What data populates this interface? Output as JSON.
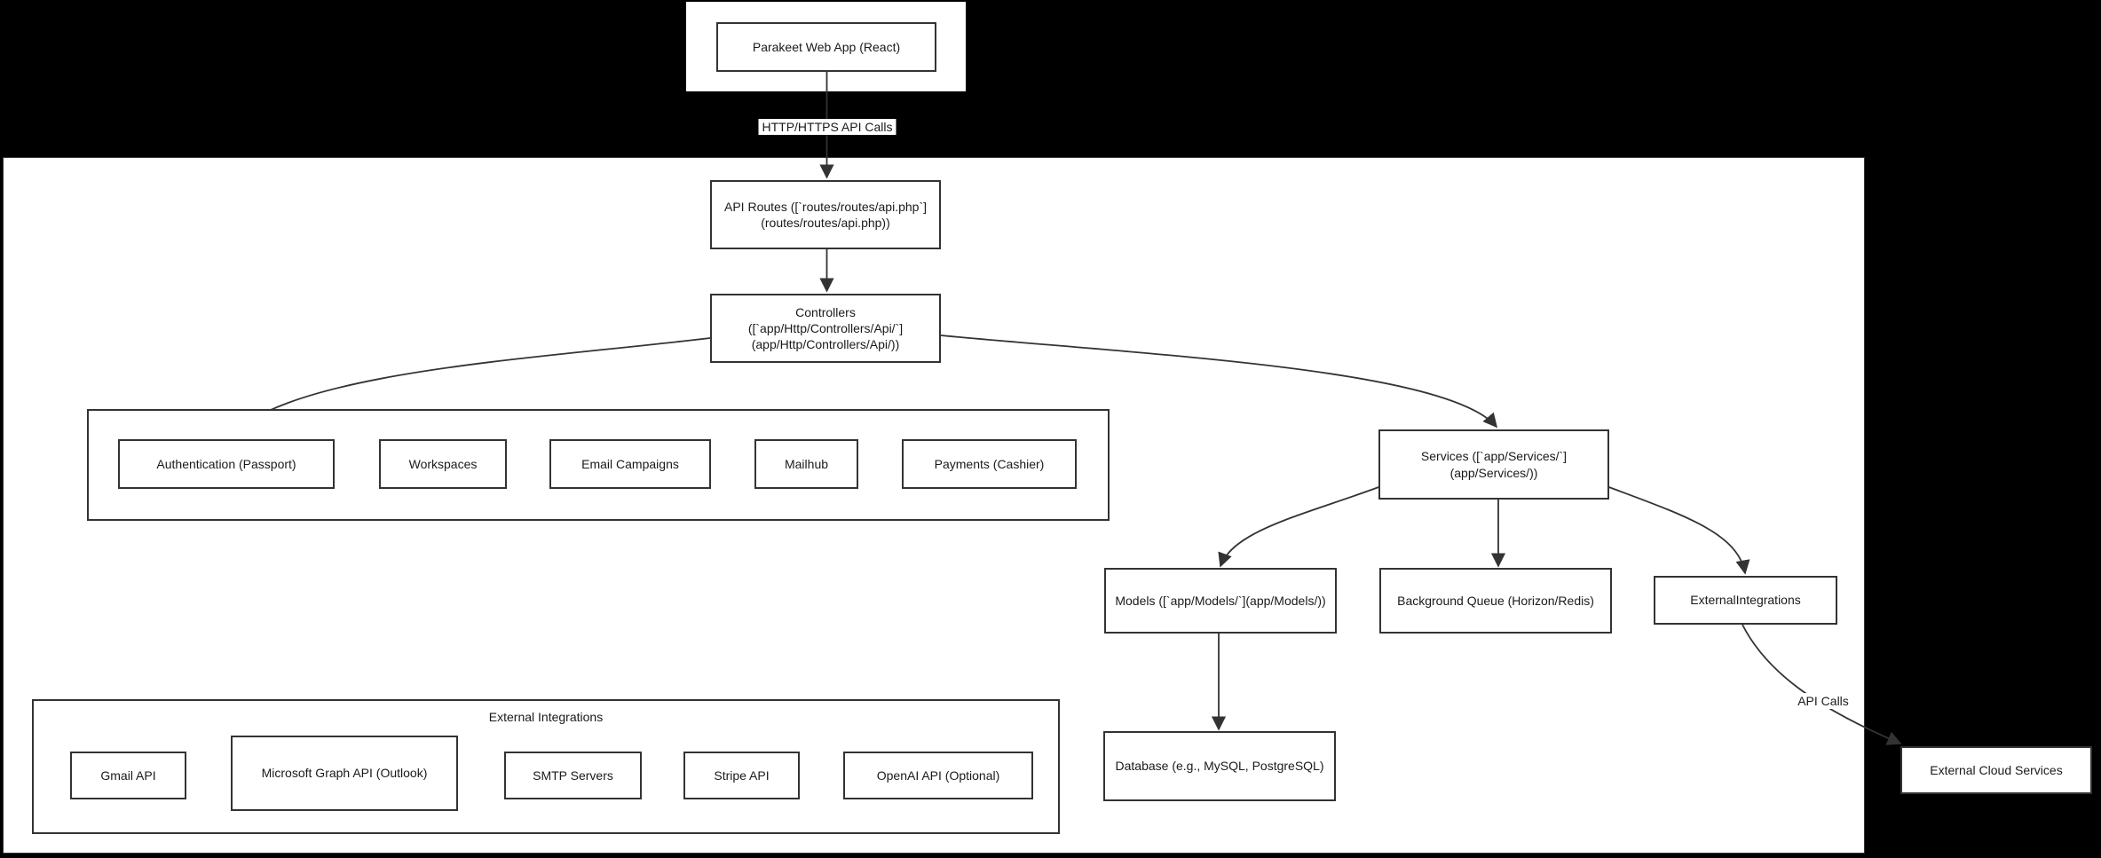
{
  "colors": {
    "page_background": "#000000",
    "surface": "#ffffff",
    "node_border": "#333333",
    "edge": "#333333",
    "text": "#1a1a1a"
  },
  "frontend": {
    "app_node": "Parakeet Web App (React)"
  },
  "edge_labels": {
    "http_calls": "HTTP/HTTPS API Calls",
    "api_calls": "API Calls"
  },
  "backend": {
    "api_routes": "API Routes ([`routes/routes/api.php`]\n(routes/routes/api.php))",
    "controllers": "Controllers ([`app/Http/Controllers/Api/`]\n(app/Http/Controllers/Api/))",
    "feature_modules": [
      "Authentication (Passport)",
      "Workspaces",
      "Email Campaigns",
      "Mailhub",
      "Payments (Cashier)"
    ],
    "services": "Services ([`app/Services/`](app/Services/))",
    "models": "Models ([`app/Models/`](app/Models/))",
    "background_queue": "Background Queue (Horizon/Redis)",
    "external_integrations_node": "ExternalIntegrations",
    "database": "Database (e.g., MySQL, PostgreSQL)",
    "integrations_group": {
      "title": "External Integrations",
      "items": [
        "Gmail API",
        "Microsoft Graph API (Outlook)",
        "SMTP Servers",
        "Stripe API",
        "OpenAI API (Optional)"
      ]
    }
  },
  "external": {
    "cloud_services": "External Cloud Services"
  }
}
